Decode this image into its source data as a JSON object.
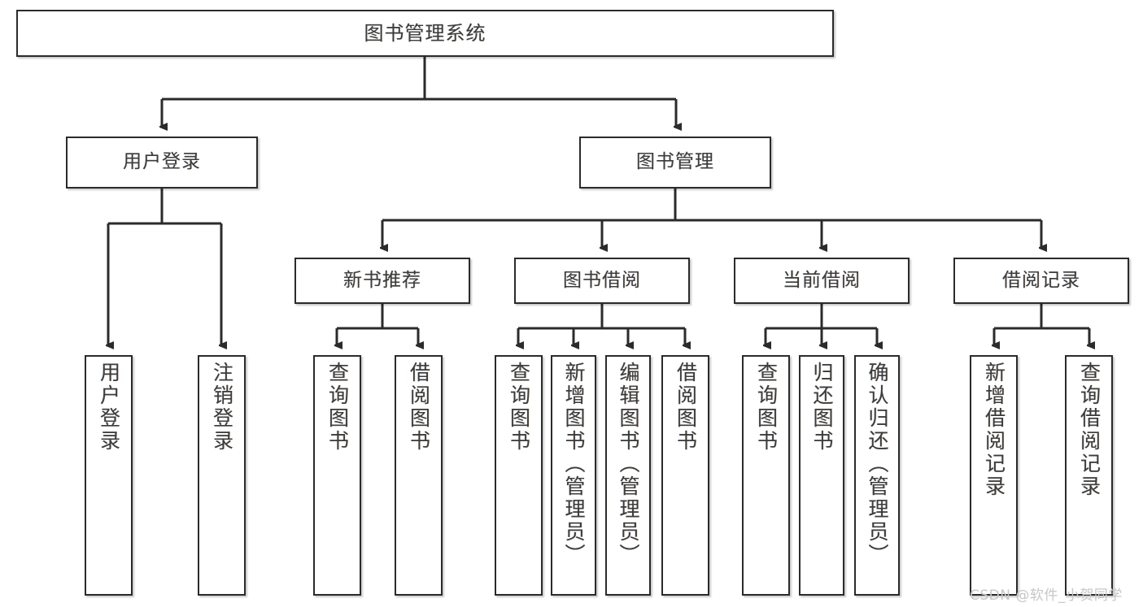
{
  "diagram": {
    "title": "图书管理系统",
    "type": "tree-hierarchy-chart",
    "root": {
      "label": "图书管理系统"
    },
    "level2": [
      {
        "label": "用户登录"
      },
      {
        "label": "图书管理"
      }
    ],
    "level3": [
      {
        "label": "新书推荐"
      },
      {
        "label": "图书借阅"
      },
      {
        "label": "当前借阅"
      },
      {
        "label": "借阅记录"
      }
    ],
    "leaves": {
      "user_login": [
        {
          "label": "用户登录"
        },
        {
          "label": "注销登录"
        }
      ],
      "new_book_recommend": [
        {
          "label": "查询图书"
        },
        {
          "label": "借阅图书"
        }
      ],
      "book_borrow": [
        {
          "label": "查询图书"
        },
        {
          "label": "新增图书（管理员）"
        },
        {
          "label": "编辑图书（管理员）"
        },
        {
          "label": "借阅图书"
        }
      ],
      "current_borrow": [
        {
          "label": "查询图书"
        },
        {
          "label": "归还图书"
        },
        {
          "label": "确认归还（管理员）"
        }
      ],
      "borrow_record": [
        {
          "label": "新增借阅记录"
        },
        {
          "label": "查询借阅记录"
        }
      ]
    }
  },
  "watermark": {
    "text": "CSDN @软件_小贺同学"
  },
  "colors": {
    "stroke": "#2b2b2b",
    "fill": "#ffffff",
    "text": "#3c3c3c",
    "watermark": "#c7c7c7"
  }
}
